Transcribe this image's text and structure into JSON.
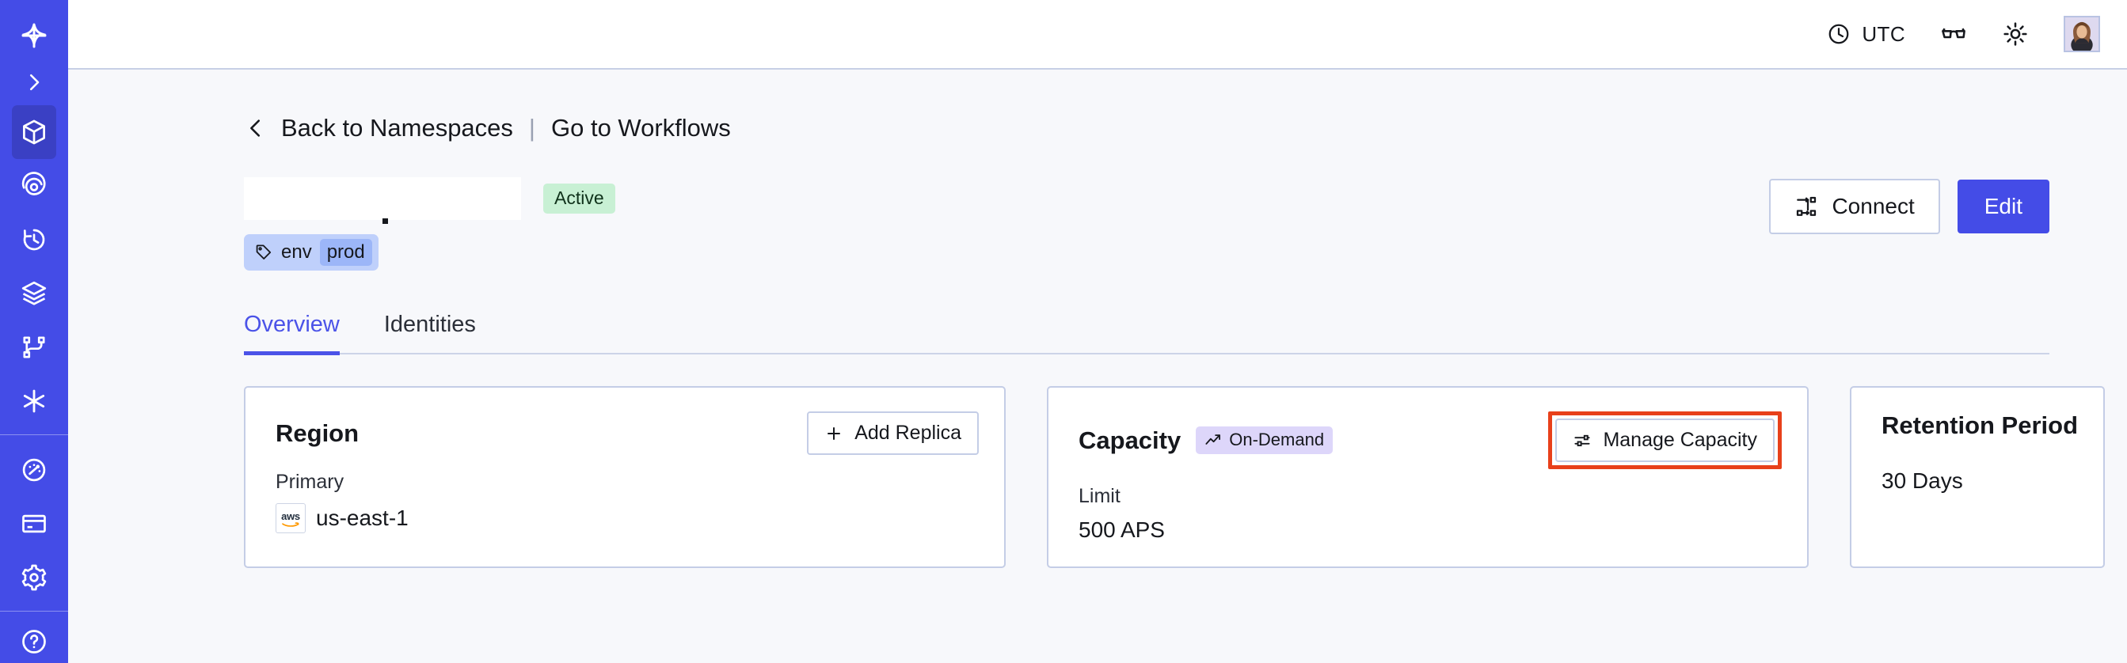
{
  "sidebar": {
    "logo_icon": "temporal-logo-icon",
    "expand_icon": "chevron-right-icon",
    "items": [
      {
        "name": "namespaces",
        "icon": "cube-icon",
        "active": true
      },
      {
        "name": "observe",
        "icon": "eye-spiral-icon",
        "active": false
      },
      {
        "name": "history",
        "icon": "history-clock-icon",
        "active": false
      },
      {
        "name": "layers",
        "icon": "layers-icon",
        "active": false
      },
      {
        "name": "workflows",
        "icon": "git-branch-icon",
        "active": false
      },
      {
        "name": "nexus",
        "icon": "asterisk-icon",
        "active": false
      }
    ],
    "items_lower": [
      {
        "name": "usage",
        "icon": "gauge-icon",
        "active": false
      },
      {
        "name": "billing",
        "icon": "credit-card-icon",
        "active": false
      },
      {
        "name": "settings",
        "icon": "gear-icon",
        "active": false
      }
    ]
  },
  "header": {
    "timezone": "UTC",
    "timezone_icon": "clock-icon",
    "glasses_icon": "glasses-icon",
    "theme_icon": "sun-icon",
    "avatar_icon": "user-avatar"
  },
  "breadcrumb": {
    "back_icon": "chevron-left-icon",
    "back_label": "Back to Namespaces",
    "divider": "|",
    "forward_label": "Go to Workflows"
  },
  "title": {
    "name": "",
    "status_badge": "Active",
    "tag": {
      "icon": "tag-icon",
      "key": "env",
      "value": "prod"
    }
  },
  "actions": {
    "connect_label": "Connect",
    "connect_icon": "connect-icon",
    "edit_label": "Edit"
  },
  "tabs": [
    {
      "label": "Overview",
      "active": true
    },
    {
      "label": "Identities",
      "active": false
    }
  ],
  "cards": {
    "region": {
      "title": "Region",
      "button_label": "Add Replica",
      "button_icon": "plus-icon",
      "sub_label": "Primary",
      "provider_icon": "aws-logo",
      "provider_text": "aws",
      "value": "us-east-1"
    },
    "capacity": {
      "title": "Capacity",
      "badge_label": "On-Demand",
      "badge_icon": "trending-up-icon",
      "button_label": "Manage Capacity",
      "button_icon": "sliders-icon",
      "highlighted": true,
      "sub_label": "Limit",
      "value": "500 APS"
    },
    "retention": {
      "title": "Retention Period",
      "value": "30 Days"
    }
  },
  "colors": {
    "brand_blue": "#444ce7",
    "sidebar_active": "#3a40c4",
    "page_bg": "#f7f8fb",
    "card_border": "#c4cde6",
    "badge_active_bg": "#c8f0d4",
    "badge_ondemand_bg": "#ddd6fa",
    "tag_bg": "#bfd0fb",
    "tag_value_bg": "#9cb6f8",
    "highlight_red": "#e8401b",
    "tab_active": "#4b53e8"
  }
}
